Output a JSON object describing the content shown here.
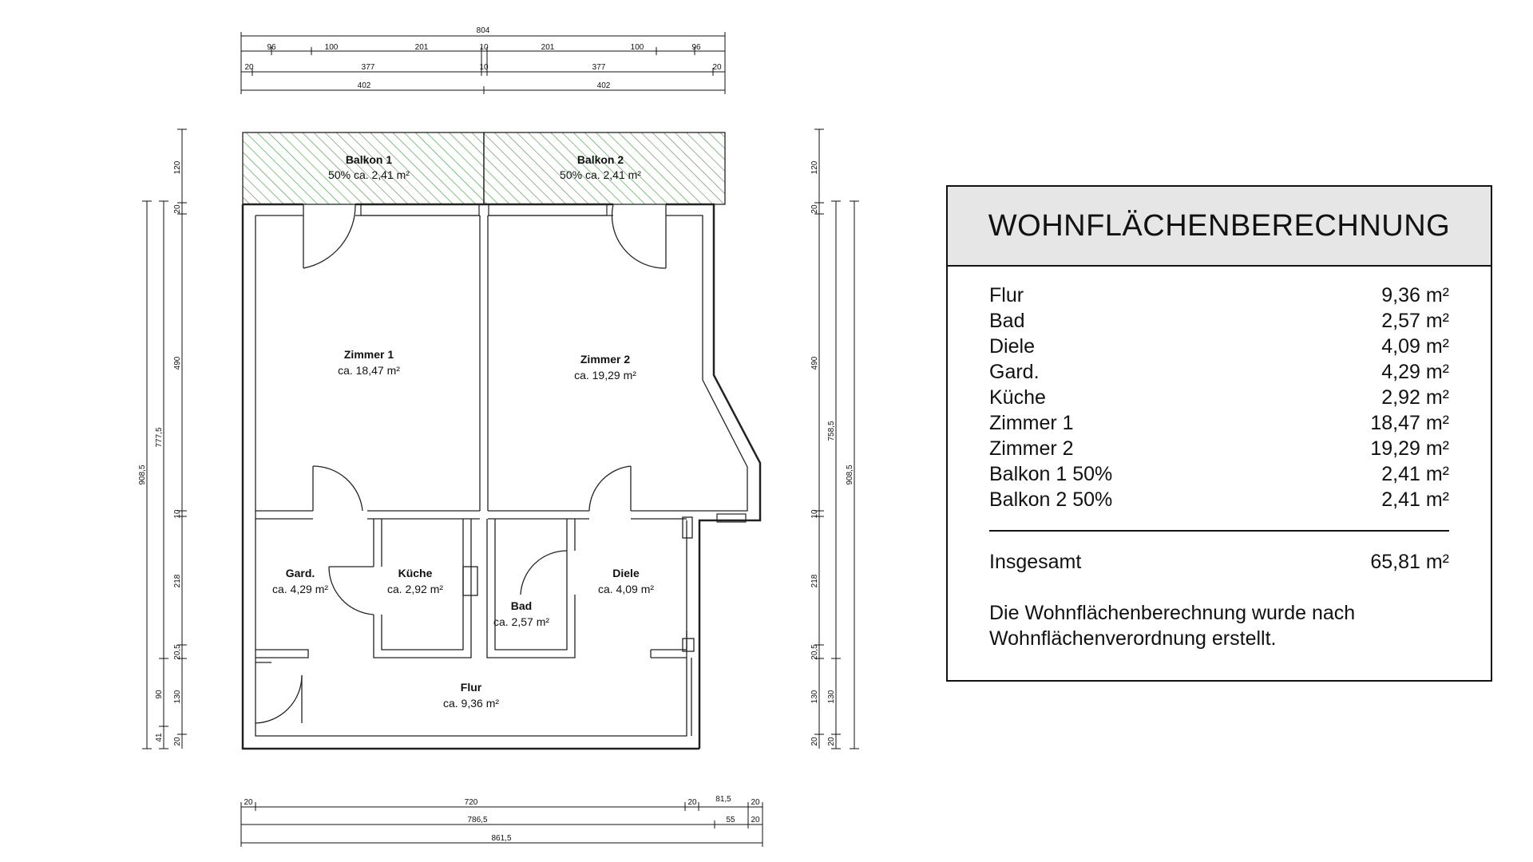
{
  "plan": {
    "dims": {
      "top_total": "804",
      "top_segments": [
        "96",
        "100",
        "201",
        "10",
        "201",
        "100",
        "96"
      ],
      "top_row2": [
        "20",
        "377",
        "10",
        "377",
        "20"
      ],
      "top_row3": [
        "402",
        "402"
      ],
      "bottom_row1": [
        "20",
        "720",
        "20",
        "81,5",
        "20"
      ],
      "bottom_row2": [
        "786,5",
        "55",
        "20"
      ],
      "bottom_row3": [
        "861,5"
      ],
      "left_outer": "908,5",
      "left_mid": "777,5",
      "left_col": [
        "120",
        "20",
        "490",
        "10",
        "218",
        "20,5",
        "130",
        "20"
      ],
      "left_small": [
        "90",
        "41"
      ],
      "right_col": [
        "120",
        "20",
        "490",
        "10",
        "218",
        "20,5",
        "130",
        "20"
      ],
      "right_mid": "758,5",
      "right_outer": "908,5",
      "right_small": [
        "130",
        "20"
      ]
    },
    "rooms": {
      "balkon1": {
        "name": "Balkon 1",
        "area": "50% ca. 2,41 m²"
      },
      "balkon2": {
        "name": "Balkon 2",
        "area": "50% ca. 2,41 m²"
      },
      "zimmer1": {
        "name": "Zimmer 1",
        "area": "ca. 18,47 m²"
      },
      "zimmer2": {
        "name": "Zimmer 2",
        "area": "ca. 19,29 m²"
      },
      "gard": {
        "name": "Gard.",
        "area": "ca. 4,29 m²"
      },
      "kueche": {
        "name": "Küche",
        "area": "ca. 2,92 m²"
      },
      "bad": {
        "name": "Bad",
        "area": "ca. 2,57 m²"
      },
      "diele": {
        "name": "Diele",
        "area": "ca. 4,09 m²"
      },
      "flur": {
        "name": "Flur",
        "area": "ca. 9,36 m²"
      }
    }
  },
  "table": {
    "title": "WOHNFLÄCHENBERECHNUNG",
    "rows": [
      {
        "label": "Flur",
        "value": "9,36 m²"
      },
      {
        "label": "Bad",
        "value": "2,57 m²"
      },
      {
        "label": "Diele",
        "value": "4,09 m²"
      },
      {
        "label": "Gard.",
        "value": "4,29 m²"
      },
      {
        "label": "Küche",
        "value": "2,92 m²"
      },
      {
        "label": "Zimmer 1",
        "value": "18,47 m²"
      },
      {
        "label": "Zimmer 2",
        "value": "19,29 m²"
      },
      {
        "label": "Balkon 1 50%",
        "value": "2,41 m²"
      },
      {
        "label": "Balkon 2 50%",
        "value": "2,41 m²"
      }
    ],
    "total_label": "Insgesamt",
    "total_value": "65,81 m²",
    "note_line1": "Die Wohnflächenberechnung wurde nach",
    "note_line2": "Wohnflächenverordnung erstellt."
  }
}
